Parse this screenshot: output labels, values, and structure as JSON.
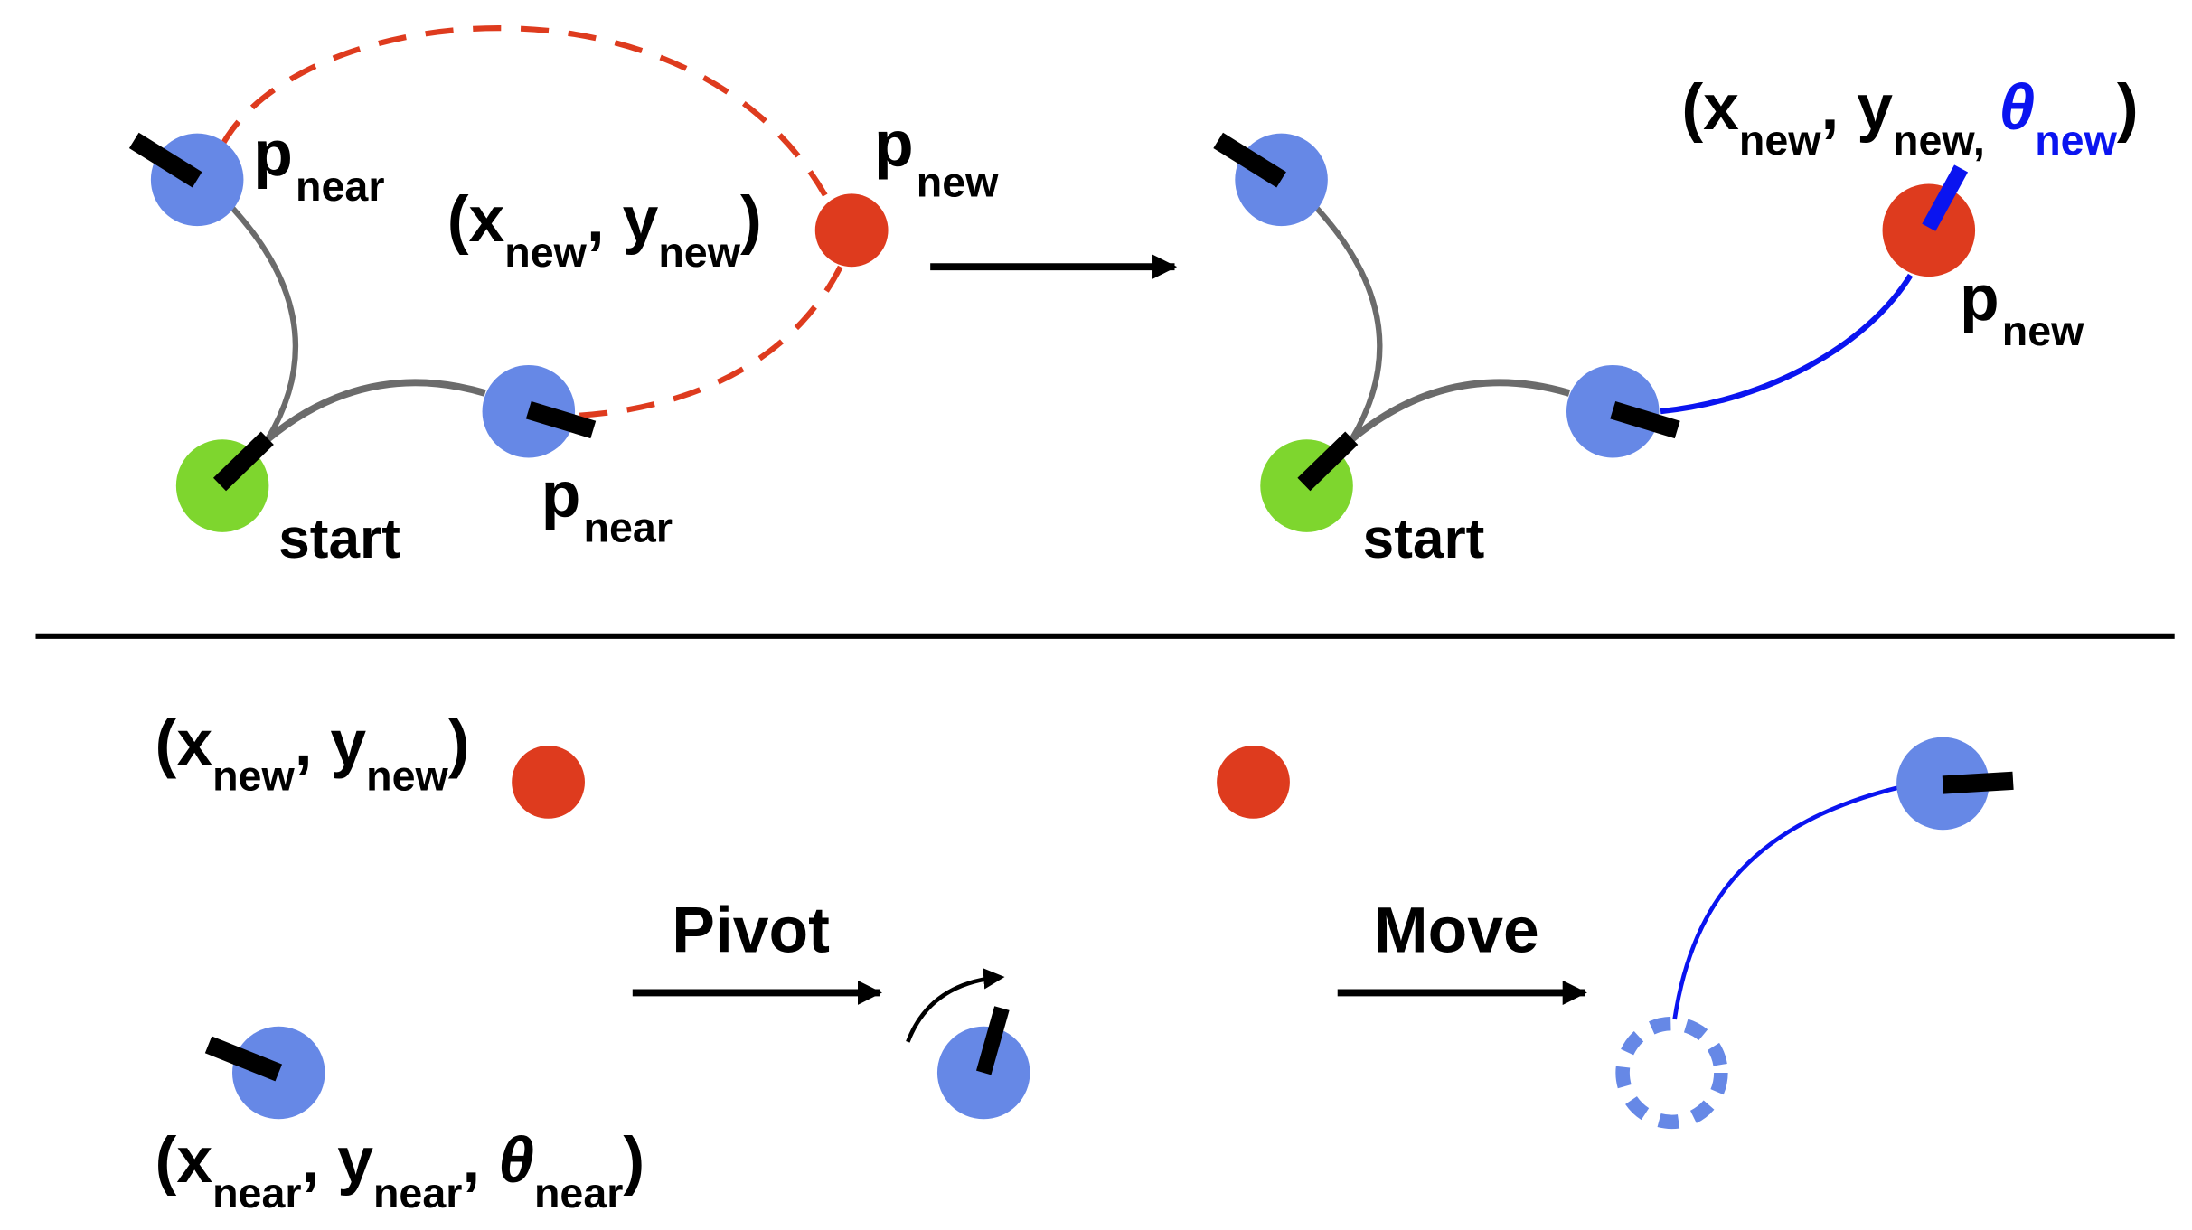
{
  "colors": {
    "node": "#6688e6",
    "start": "#7ed62e",
    "new_point": "#de3b1e",
    "new_edge": "#0a14f0",
    "tree_edge": "#6b6b6b",
    "heading": "#000000"
  },
  "top_left": {
    "p_near_top": {
      "p": "p",
      "sub": "near"
    },
    "p_near_bottom": {
      "p": "p",
      "sub": "near"
    },
    "p_new": {
      "p": "p",
      "sub": "new"
    },
    "start": "start",
    "coord": {
      "open": "(x",
      "sub1": "new",
      "comma": ", y",
      "sub2": "new",
      "close": ")"
    }
  },
  "top_right": {
    "start": "start",
    "p_new": {
      "p": "p",
      "sub": "new"
    },
    "coord": {
      "open": "(x",
      "sub1": "new",
      "comma": ", y",
      "sub2": "new,",
      "theta": "θ",
      "sub3": "new",
      "close": ")"
    }
  },
  "bottom": {
    "coord_new": {
      "open": "(x",
      "sub1": "new",
      "comma": ", y",
      "sub2": "new",
      "close": ")"
    },
    "coord_near": {
      "open": "(x",
      "sub1": "near",
      "comma1": ", y",
      "sub2": "near",
      "comma2": ", ",
      "theta": "θ",
      "sub3": "near",
      "close": ")"
    },
    "pivot_label": "Pivot",
    "move_label": "Move"
  }
}
